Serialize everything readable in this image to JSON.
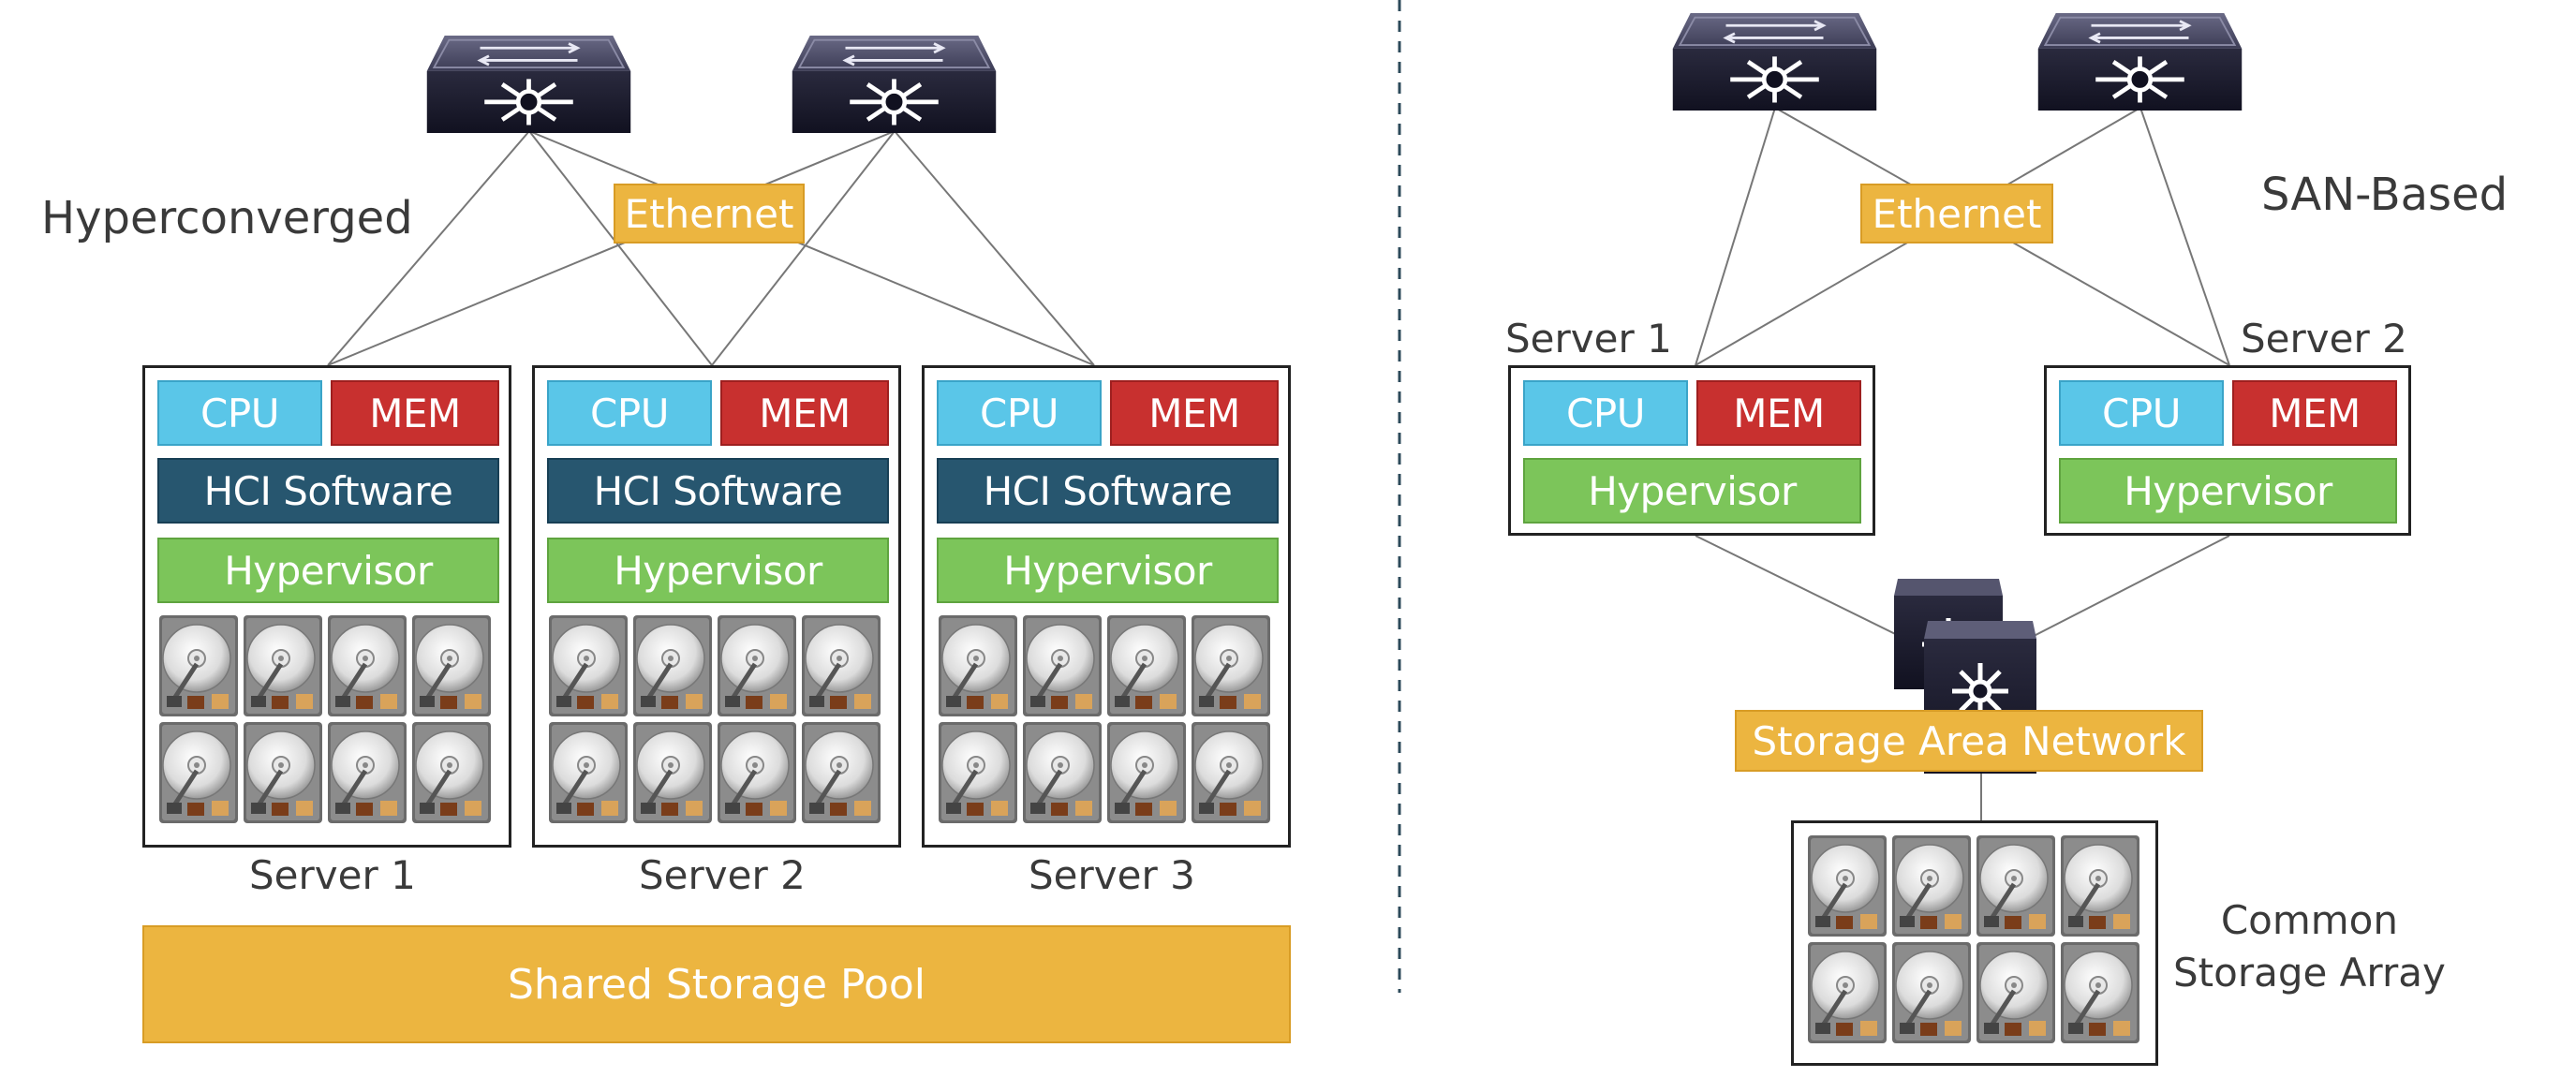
{
  "left": {
    "title": "Hyperconverged",
    "network_label": "Ethernet",
    "servers": [
      {
        "name": "Server 1",
        "cpu": "CPU",
        "mem": "MEM",
        "software": "HCI Software",
        "hypervisor": "Hypervisor"
      },
      {
        "name": "Server 2",
        "cpu": "CPU",
        "mem": "MEM",
        "software": "HCI Software",
        "hypervisor": "Hypervisor"
      },
      {
        "name": "Server 3",
        "cpu": "CPU",
        "mem": "MEM",
        "software": "HCI Software",
        "hypervisor": "Hypervisor"
      }
    ],
    "storage_pool": "Shared Storage Pool"
  },
  "right": {
    "title": "SAN-Based",
    "network_label": "Ethernet",
    "servers": [
      {
        "name": "Server 1",
        "cpu": "CPU",
        "mem": "MEM",
        "hypervisor": "Hypervisor"
      },
      {
        "name": "Server 2",
        "cpu": "CPU",
        "mem": "MEM",
        "hypervisor": "Hypervisor"
      }
    ],
    "san_label": "Storage Area Network",
    "array_label_line1": "Common",
    "array_label_line2": "Storage Array"
  },
  "icons": {
    "switch": "network-switch-icon",
    "san_switch": "san-switch-icon",
    "disk": "hard-disk-icon"
  },
  "colors": {
    "cpu": "#5ac6e8",
    "mem": "#c8302f",
    "hci": "#27566f",
    "hypervisor": "#7cc55a",
    "tag": "#ecb540",
    "divider": "#2c4a5a"
  }
}
